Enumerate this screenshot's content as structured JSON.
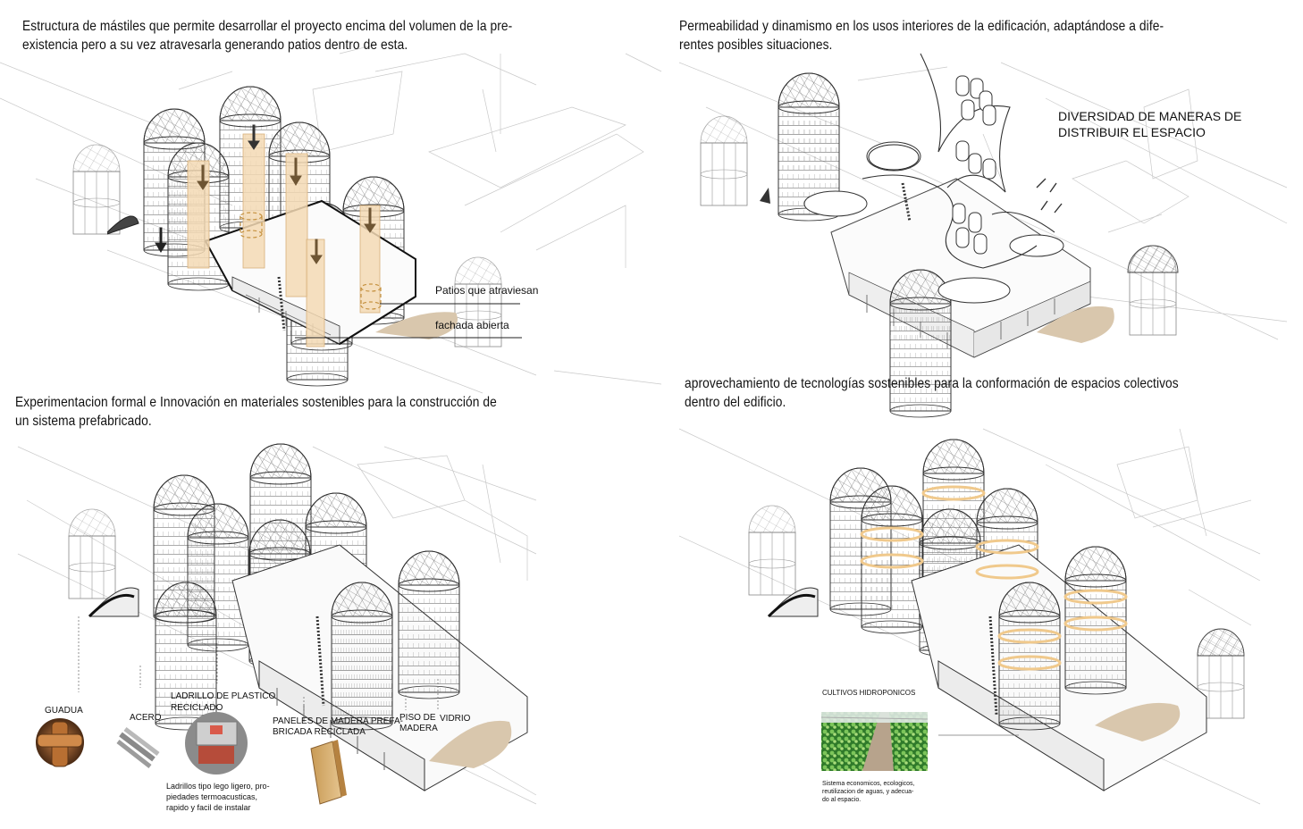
{
  "captions": {
    "top_left": "Estructura de mástiles que permite desarrollar el proyecto encima del volumen de la pre-\nexistencia pero a su vez atravesarla generando patios dentro de esta.",
    "top_right": "Permeabilidad y dinamismo en los usos interiores de la edificación, adaptándose a dife-\nrentes posibles situaciones.",
    "bottom_left": "Experimentacion formal e Innovación en materiales sostenibles para la construcción de\nun sistema prefabricado.",
    "bottom_right": "aprovechamiento de tecnologías sostenibles para la conformación de espacios colectivos\ndentro del edificio."
  },
  "labels": {
    "patios": "Patios que atraviesan",
    "fachada": "fachada abierta",
    "diversidad": "DIVERSIDAD DE MANERAS DE\nDISTRIBUIR EL ESPACIO",
    "guadua": "GUADUA",
    "acero": "ACERO",
    "ladrillo": "LADRILLO DE PLASTICO\nRECICLADO",
    "paneles": "PANELES DE MADERA PREFA-\nBRICADA RECICLADA",
    "piso": "PISO DE\nMADERA",
    "vidrio": "VIDRIO",
    "ladrillo_desc": "Ladrillos tipo lego ligero, pro-\npiedades termoacusticas,\nrapido y facil de instalar",
    "cultivos": "CULTIVOS HIDROPONICOS",
    "cultivos_desc": "Sistema economicos, ecologicos,\nreutilizacion de aguas, y adecua-\ndo al espacio."
  },
  "colors": {
    "mast": "#f3d9b4",
    "mast_border": "#d8b07a",
    "arrow": "#6e5533",
    "ground": "#d9c7ad",
    "greenery": "#4f9a3e",
    "band": "#f0c98c"
  }
}
